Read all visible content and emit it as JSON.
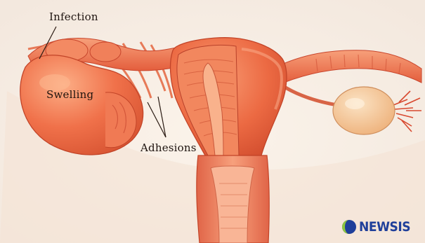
{
  "labels": {
    "infection": "Infection",
    "swelling": "Swelling",
    "adhesions": "Adhesions"
  },
  "watermark": {
    "text": "NEWSIS",
    "text_color": "#1f3f9a",
    "globe_colors": [
      "#8cc63f",
      "#1f3f9a"
    ]
  },
  "colors": {
    "background": "#f7f1ea",
    "tissue": "#ec6a43",
    "tissue_light": "#f59670",
    "tissue_dark": "#c8452c",
    "ovary": "#f3c08a",
    "line": "#2a1a12"
  }
}
